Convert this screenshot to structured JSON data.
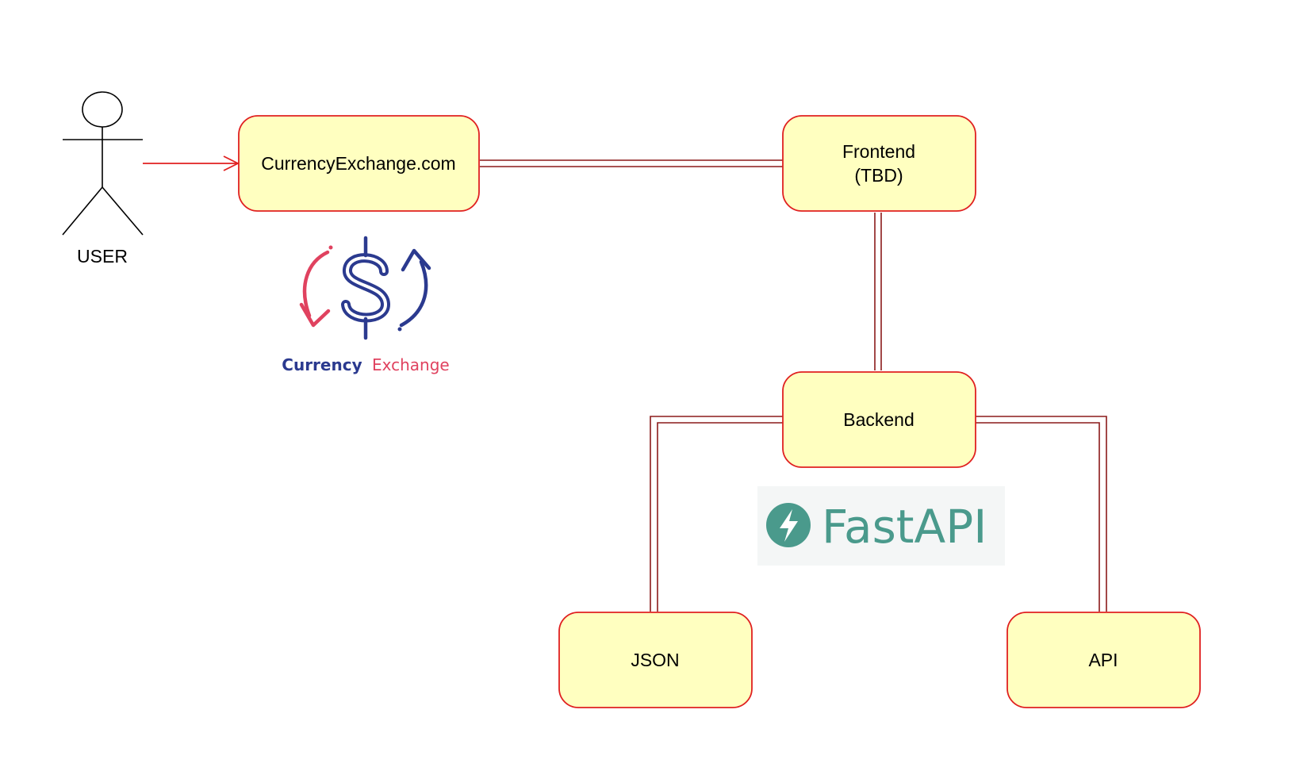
{
  "actor": {
    "label": "USER"
  },
  "nodes": {
    "site": {
      "label": "CurrencyExchange.com"
    },
    "frontend": {
      "line1": "Frontend",
      "line2": "(TBD)"
    },
    "backend": {
      "label": "Backend"
    },
    "json": {
      "label": "JSON"
    },
    "api": {
      "label": "API"
    }
  },
  "logos": {
    "currency_exchange": {
      "word1": "Currency",
      "word2": "Exchange",
      "icon": "dollar-exchange-icon",
      "colors": {
        "primary": "#2b3a8f",
        "accent": "#e0425f"
      }
    },
    "fastapi": {
      "text": "FastAPI",
      "icon": "lightning-bolt-icon",
      "color": "#4a9a8c"
    }
  },
  "colors": {
    "node_fill": "#ffffc0",
    "node_border": "#e02020",
    "connector": "#8b1a1a",
    "arrow": "#e02020"
  }
}
